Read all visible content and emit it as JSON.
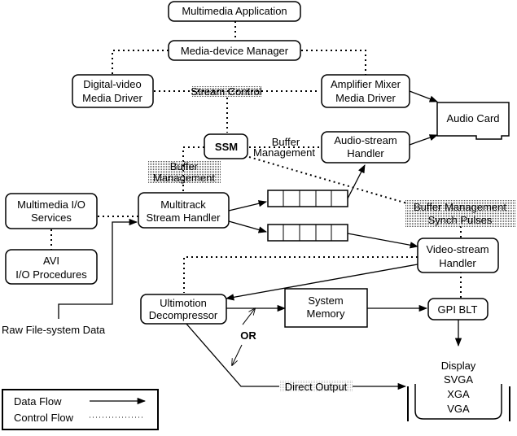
{
  "nodes": {
    "app": [
      "Multimedia Application"
    ],
    "mdm": [
      "Media-device Manager"
    ],
    "dvmd": [
      "Digital-video",
      "Media Driver"
    ],
    "amd": [
      "Amplifier Mixer",
      "Media Driver"
    ],
    "audio_card": [
      "Audio Card"
    ],
    "ssm": [
      "SSM"
    ],
    "ash": [
      "Audio-stream",
      "Handler"
    ],
    "mio": [
      "Multimedia I/O",
      "Services"
    ],
    "avi": [
      "AVI",
      "I/O Procedures"
    ],
    "msh": [
      "Multitrack",
      "Stream Handler"
    ],
    "vsh": [
      "Video-stream",
      "Handler"
    ],
    "ud": [
      "Ultimotion",
      "Decompressor"
    ],
    "sysmem": [
      "System",
      "Memory"
    ],
    "gpi": [
      "GPI BLT"
    ],
    "display": [
      "Display",
      "SVGA",
      "XGA",
      "VGA"
    ]
  },
  "labels": {
    "stream_control": "Stream Control",
    "buffer_mgmt_1": [
      "Buffer",
      "Management"
    ],
    "buffer_mgmt_2": [
      "Buffer",
      "Management"
    ],
    "sync": [
      "Buffer Management",
      "Synch Pulses"
    ],
    "raw": "Raw File-system Data",
    "or": "OR",
    "direct": "Direct Output"
  },
  "legend": {
    "data_flow": "Data Flow",
    "control_flow": "Control Flow"
  }
}
